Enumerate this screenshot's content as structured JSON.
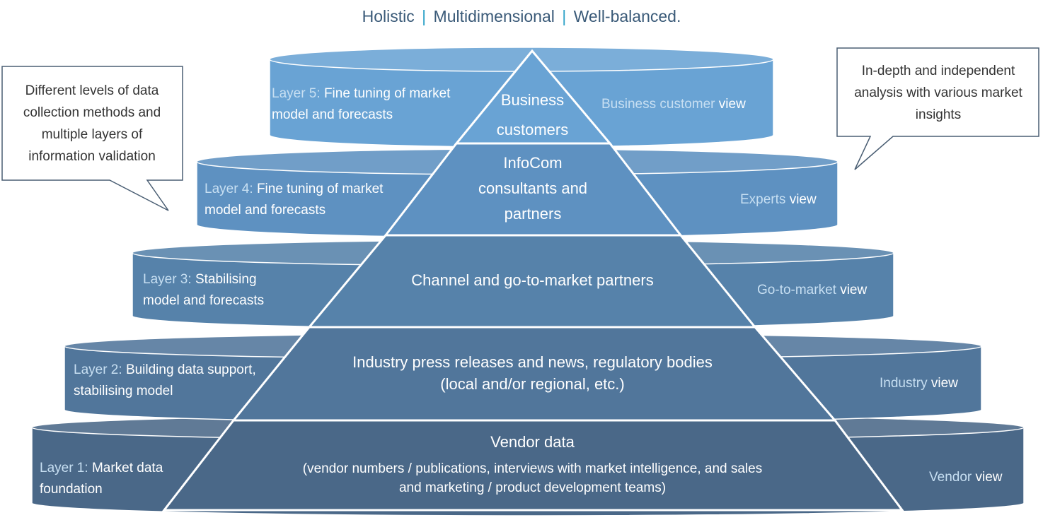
{
  "header": {
    "part1": "Holistic",
    "separator": "|",
    "part2": "Multidimensional",
    "part3": "Well-balanced."
  },
  "callouts": {
    "left": "Different levels of data collection methods and multiple layers of information validation",
    "right": "In-depth and independent analysis with various market insights"
  },
  "layers": [
    {
      "label": "Layer 1:",
      "description": "Market data foundation",
      "pyramid_title": "Vendor data",
      "pyramid_detail": "(vendor numbers / publications, interviews with market intelligence, and sales and marketing / product development  teams)",
      "view_name": "Vendor",
      "view_suffix": "view"
    },
    {
      "label": "Layer 2:",
      "description": "Building data support, stabilising  model",
      "pyramid_title": "Industry press releases and news, regulatory bodies (local and/or regional, etc.)",
      "view_name": "Industry",
      "view_suffix": "view"
    },
    {
      "label": "Layer 3:",
      "description": "Stabilising model and forecasts",
      "pyramid_title": "Channel and go-to-market partners",
      "view_name": "Go-to-market",
      "view_suffix": "view"
    },
    {
      "label": "Layer 4:",
      "description": "Fine tuning of market model and forecasts",
      "pyramid_title": "InfoCom consultants and partners",
      "view_name": "Experts",
      "view_suffix": "view"
    },
    {
      "label": "Layer 5:",
      "description": "Fine tuning of market model and forecasts",
      "pyramid_title": "Business customers",
      "view_name": "Business customer",
      "view_suffix": "view"
    }
  ],
  "colors": {
    "layer1": "#4a6888",
    "layer2": "#51769b",
    "layer3": "#5682aa",
    "layer4": "#5e91c1",
    "layer5": "#69a3d4",
    "outline": "#ffffff",
    "callout_border": "#4a5e73",
    "accent": "#2fa3c8"
  }
}
